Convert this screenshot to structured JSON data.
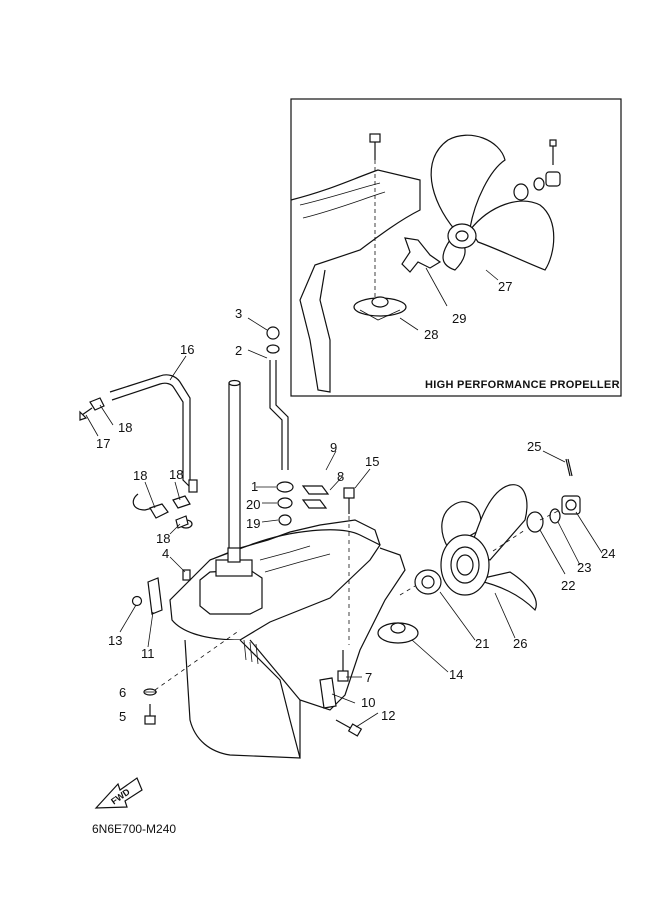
{
  "inset_title": "HIGH PERFORMANCE PROPELLER",
  "drawing_code": "6N6E700-M240",
  "fwd_label": "FWD",
  "callouts": {
    "c1": "1",
    "c2": "2",
    "c3": "3",
    "c4": "4",
    "c5": "5",
    "c6": "6",
    "c7": "7",
    "c8": "8",
    "c9": "9",
    "c10": "10",
    "c11": "11",
    "c12": "12",
    "c13": "13",
    "c14": "14",
    "c15": "15",
    "c16": "16",
    "c17": "17",
    "c18a": "18",
    "c18b": "18",
    "c18c": "18",
    "c18d": "18",
    "c19": "19",
    "c20": "20",
    "c21": "21",
    "c22": "22",
    "c23": "23",
    "c24": "24",
    "c25": "25",
    "c26": "26",
    "c27": "27",
    "c28": "28",
    "c29": "29"
  }
}
